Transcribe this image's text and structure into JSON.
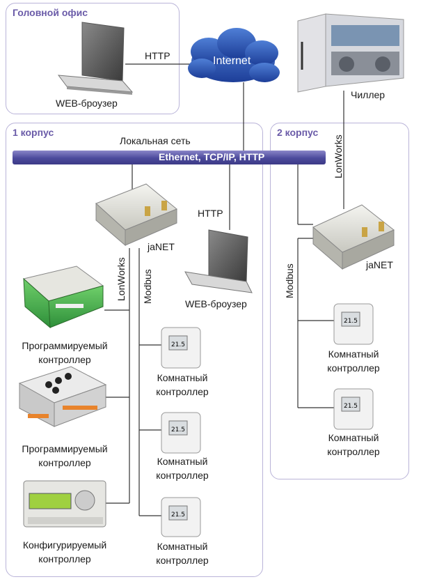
{
  "head_office": {
    "title": "Головной офис",
    "browser_label": "WEB-броузер",
    "http_label": "HTTP"
  },
  "internet_label": "Internet",
  "chiller_label": "Чиллер",
  "building1": {
    "title": "1 корпус",
    "lan_label": "Локальная сеть",
    "janet_label": "jaNET",
    "lonworks_label": "LonWorks",
    "modbus_label": "Modbus",
    "http_label": "HTTP",
    "browser_label": "WEB-броузер",
    "devices": [
      {
        "line1": "Программируемый",
        "line2": "контроллер"
      },
      {
        "line1": "Программируемый",
        "line2": "контроллер"
      },
      {
        "line1": "Конфигурируемый",
        "line2": "контроллер"
      }
    ],
    "room_controllers": [
      {
        "line1": "Комнатный",
        "line2": "контроллер",
        "display": "21.5"
      },
      {
        "line1": "Комнатный",
        "line2": "контроллер",
        "display": "21.5"
      },
      {
        "line1": "Комнатный",
        "line2": "контроллер",
        "display": "21.5"
      }
    ]
  },
  "ethernet_label": "Ethernet, TCP/IP,  HTTP",
  "building2": {
    "title": "2 корпус",
    "lonworks_label": "LonWorks",
    "modbus_label": "Modbus",
    "janet_label": "jaNET",
    "room_controllers": [
      {
        "line1": "Комнатный",
        "line2": "контроллер",
        "display": "21.5"
      },
      {
        "line1": "Комнатный",
        "line2": "контроллер",
        "display": "21.5"
      }
    ]
  },
  "colors": {
    "panel_border": "#b9b3d8",
    "title": "#6a5ba8",
    "ethernet": "#4c4a9c",
    "cloud": "#2a4fa8"
  }
}
